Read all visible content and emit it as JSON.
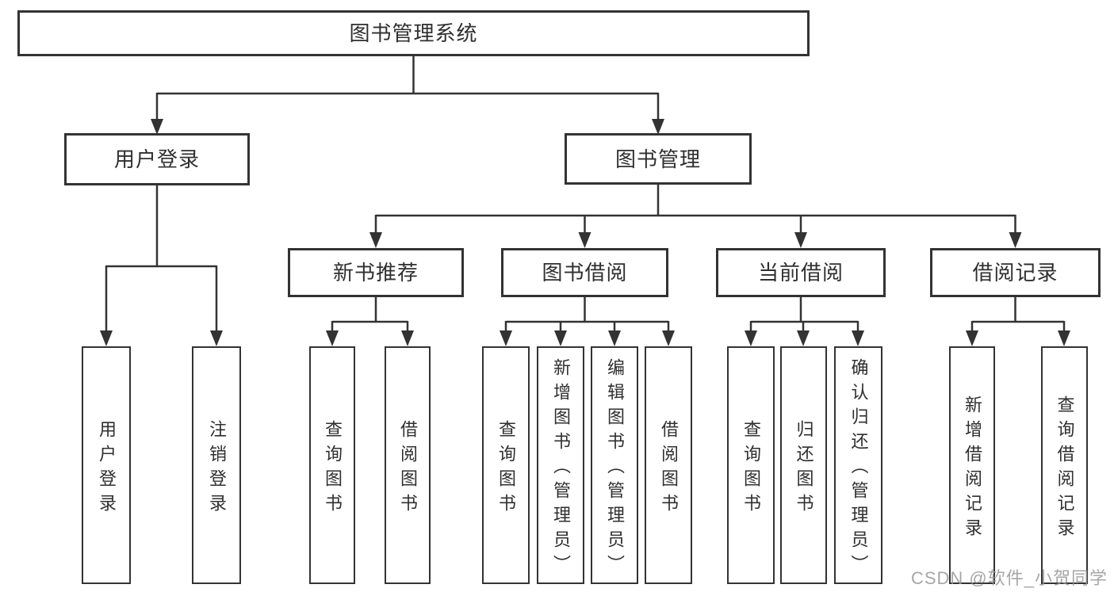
{
  "tree": {
    "root": {
      "label": "图书管理系统",
      "children": [
        {
          "label": "用户登录",
          "children": [
            {
              "label": "用户登录"
            },
            {
              "label": "注销登录"
            }
          ]
        },
        {
          "label": "图书管理",
          "children": [
            {
              "label": "新书推荐",
              "children": [
                {
                  "label": "查询图书"
                },
                {
                  "label": "借阅图书"
                }
              ]
            },
            {
              "label": "图书借阅",
              "children": [
                {
                  "label": "查询图书"
                },
                {
                  "label": "新增图书（管理员）"
                },
                {
                  "label": "编辑图书（管理员）"
                },
                {
                  "label": "借阅图书"
                }
              ]
            },
            {
              "label": "当前借阅",
              "children": [
                {
                  "label": "查询图书"
                },
                {
                  "label": "归还图书"
                },
                {
                  "label": "确认归还（管理员）"
                }
              ]
            },
            {
              "label": "借阅记录",
              "children": [
                {
                  "label": "新增借阅记录"
                },
                {
                  "label": "查询借阅记录"
                }
              ]
            }
          ]
        }
      ]
    }
  },
  "watermark": {
    "text": "CSDN @软件_小贺同学"
  },
  "colors": {
    "line": "#333333",
    "border": "#333333",
    "text": "#2f2f2f",
    "watermark": "#969696",
    "background": "#ffffff"
  }
}
